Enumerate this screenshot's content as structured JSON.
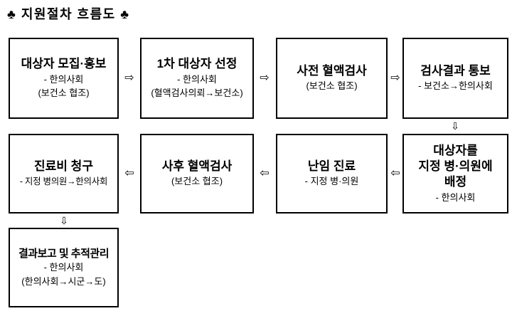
{
  "page": {
    "title": "♣ 지원절차 흐름도 ♣"
  },
  "arrows": {
    "right": "⇨",
    "left": "⇦",
    "down": "⇩"
  },
  "boxes": [
    {
      "name": "recruit-promotion",
      "title_lines": [
        "대상자 모집·홍보"
      ],
      "sub_lines": [
        "- 한의사회",
        "(보건소 협조)"
      ]
    },
    {
      "name": "first-candidate-selection",
      "title_lines": [
        "1차 대상자 선정"
      ],
      "sub_lines": [
        "- 한의사회",
        "(혈액검사의뢰→보건소)"
      ]
    },
    {
      "name": "pre-blood-test",
      "title_lines": [
        "사전 혈액검사"
      ],
      "sub_lines": [
        "(보건소 협조)"
      ]
    },
    {
      "name": "test-result-notification",
      "title_lines": [
        "검사결과 통보"
      ],
      "sub_lines": [
        "- 보건소→한의사회"
      ]
    },
    {
      "name": "assign-to-clinic",
      "title_lines": [
        "대상자를",
        "지정 병·의원에",
        "배정"
      ],
      "sub_lines": [
        "- 한의사회"
      ]
    },
    {
      "name": "infertility-treatment",
      "title_lines": [
        "난임 진료"
      ],
      "sub_lines": [
        "- 지정 병·의원"
      ]
    },
    {
      "name": "post-blood-test",
      "title_lines": [
        "사후 혈액검사"
      ],
      "sub_lines": [
        "(보건소 협조)"
      ]
    },
    {
      "name": "treatment-fee-claim",
      "title_lines": [
        "진료비 청구"
      ],
      "sub_lines": [
        "- 지정 병의원→한의사회"
      ]
    },
    {
      "name": "report-and-tracking",
      "title_lines": [
        "결과보고 및 추적관리"
      ],
      "sub_lines": [
        "- 한의사회",
        "(한의사회→시군→도)"
      ]
    }
  ]
}
